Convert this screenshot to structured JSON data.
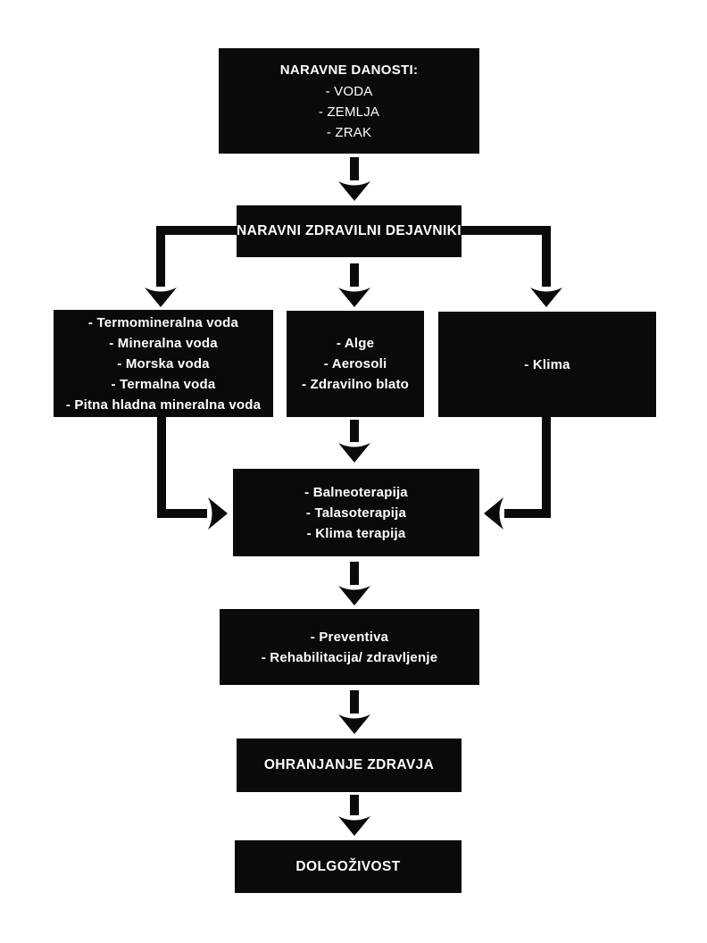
{
  "page": {
    "background": "#ffffff",
    "box_color": "#0a0a0a",
    "text_color": "#ffffff",
    "arrow_color": "#0a0a0a"
  },
  "flowchart": {
    "naravne_danosti": {
      "title": "NARAVNE DANOSTI:",
      "items": [
        "- VODA",
        "- ZEMLJA",
        "- ZRAK"
      ]
    },
    "naravni_zdravilni_dejavniki": {
      "label": "NARAVNI ZDRAVILNI DEJAVNIKI"
    },
    "vode": {
      "items": [
        "- Termomineralna voda",
        "- Mineralna voda",
        "- Morska voda",
        "- Termalna voda",
        "- Pitna hladna mineralna voda"
      ]
    },
    "snovi": {
      "items": [
        "- Alge",
        "- Aerosoli",
        "- Zdravilno blato"
      ]
    },
    "klima": {
      "items": [
        "- Klima"
      ]
    },
    "terapije": {
      "items": [
        "- Balneoterapija",
        "- Talasoterapija",
        "- Klima terapija"
      ]
    },
    "namen": {
      "items": [
        "- Preventiva",
        "- Rehabilitacija/ zdravljenje"
      ]
    },
    "ohranjanje_zdravja": {
      "label": "OHRANJANJE ZDRAVJA"
    },
    "dolgozivost": {
      "label": "DOLGOŽIVOST"
    }
  }
}
